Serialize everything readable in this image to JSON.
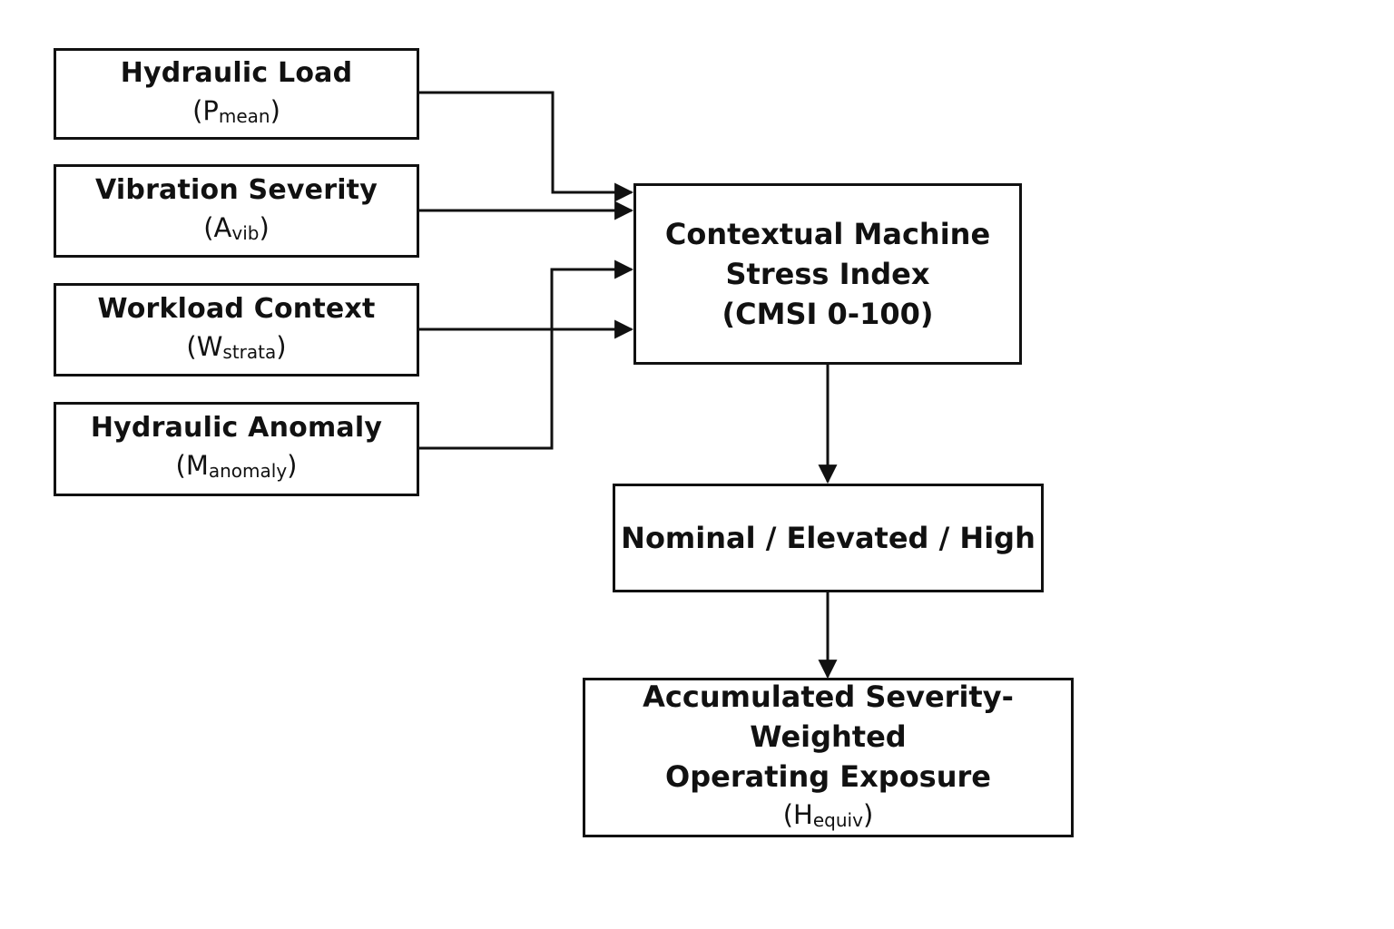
{
  "inputs": [
    {
      "name": "Hydraulic Load",
      "symbol_base": "P",
      "symbol_sub": "mean"
    },
    {
      "name": "Vibration Severity",
      "symbol_base": "A",
      "symbol_sub": "vib"
    },
    {
      "name": "Workload Context",
      "symbol_base": "W",
      "symbol_sub": "strata"
    },
    {
      "name": "Hydraulic Anomaly",
      "symbol_base": "M",
      "symbol_sub": "anomaly"
    }
  ],
  "index_box": {
    "line1": "Contextual Machine",
    "line2": "Stress Index",
    "line3": "(CMSI 0-100)"
  },
  "classification_box": {
    "label": "Nominal / Elevated / High"
  },
  "exposure_box": {
    "line1": "Accumulated Severity-Weighted",
    "line2": "Operating Exposure",
    "symbol_base": "H",
    "symbol_sub": "equiv"
  },
  "colors": {
    "stroke": "#111111",
    "background": "#ffffff"
  }
}
